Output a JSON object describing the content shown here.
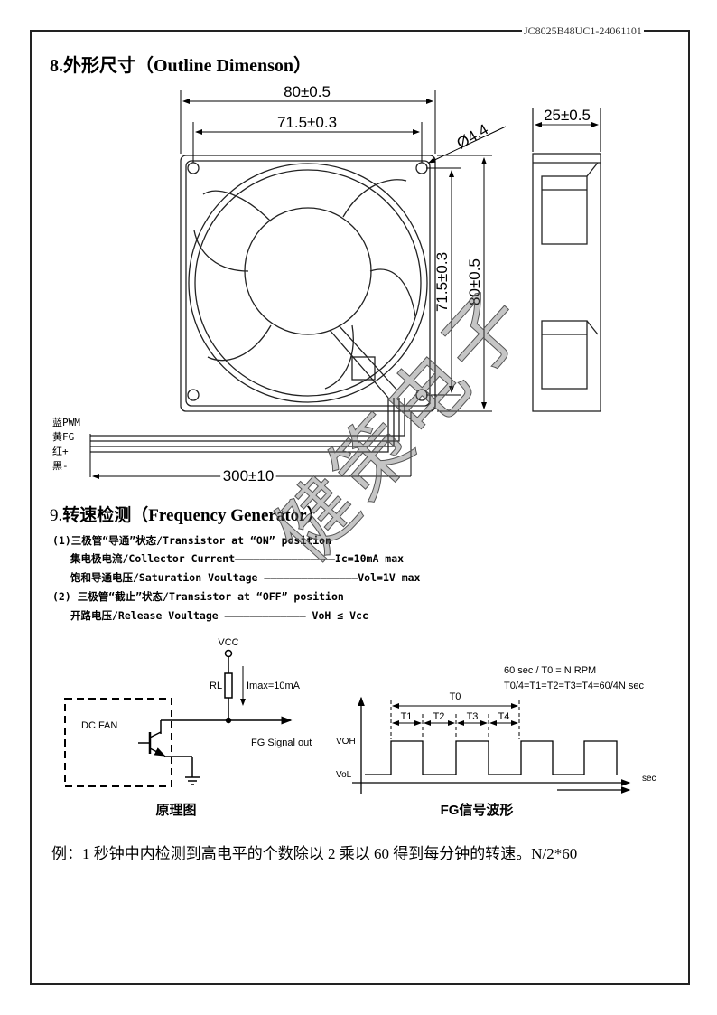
{
  "doc_id": "JC8025B48UC1-24061101",
  "section8": {
    "title": "8.外形尺寸（Outline Dimenson）",
    "dims": {
      "width_outer": "80±0.5",
      "width_hole": "71.5±0.3",
      "hole_dia": "Ø4.4",
      "height_hole": "71.5±0.3",
      "height_outer": "80±0.5",
      "depth": "25±0.5",
      "lead_length": "300±10"
    },
    "wires": [
      "蓝PWM",
      "黄FG",
      "红+",
      "黑-"
    ]
  },
  "section9": {
    "title_num": "9.",
    "title": "转速检测（Frequency Generator）",
    "specs": [
      "(1)三极管“导通”状态/Transistor at “ON” position",
      "集电极电流/Collector Current————————————————Ic=10mA max",
      "饱和导通电压/Saturation Voultage ———————————————Vol=1V max",
      "(2) 三极管“截止”状态/Transistor at “OFF” position",
      "开路电压/Release Voultage —————————————  VoH ≤ Vcc"
    ],
    "circuit": {
      "vcc": "VCC",
      "rl": "RL",
      "imax": "Imax=10mA",
      "box_label": "DC FAN",
      "signal": "FG Signal out",
      "caption": "原理图"
    },
    "waveform": {
      "formula1": "60 sec / T0 = N   RPM",
      "formula2": "T0/4=T1=T2=T3=T4=60/4N  sec",
      "t0": "T0",
      "periods": [
        "T1",
        "T2",
        "T3",
        "T4"
      ],
      "voh": "VOH",
      "vol": "VoL",
      "x_unit": "sec",
      "caption": "FG信号波形"
    },
    "example": "例：1 秒钟中内检测到高电平的个数除以 2 乘以 60 得到每分钟的转速。N/2*60"
  },
  "watermark": "健策电子"
}
